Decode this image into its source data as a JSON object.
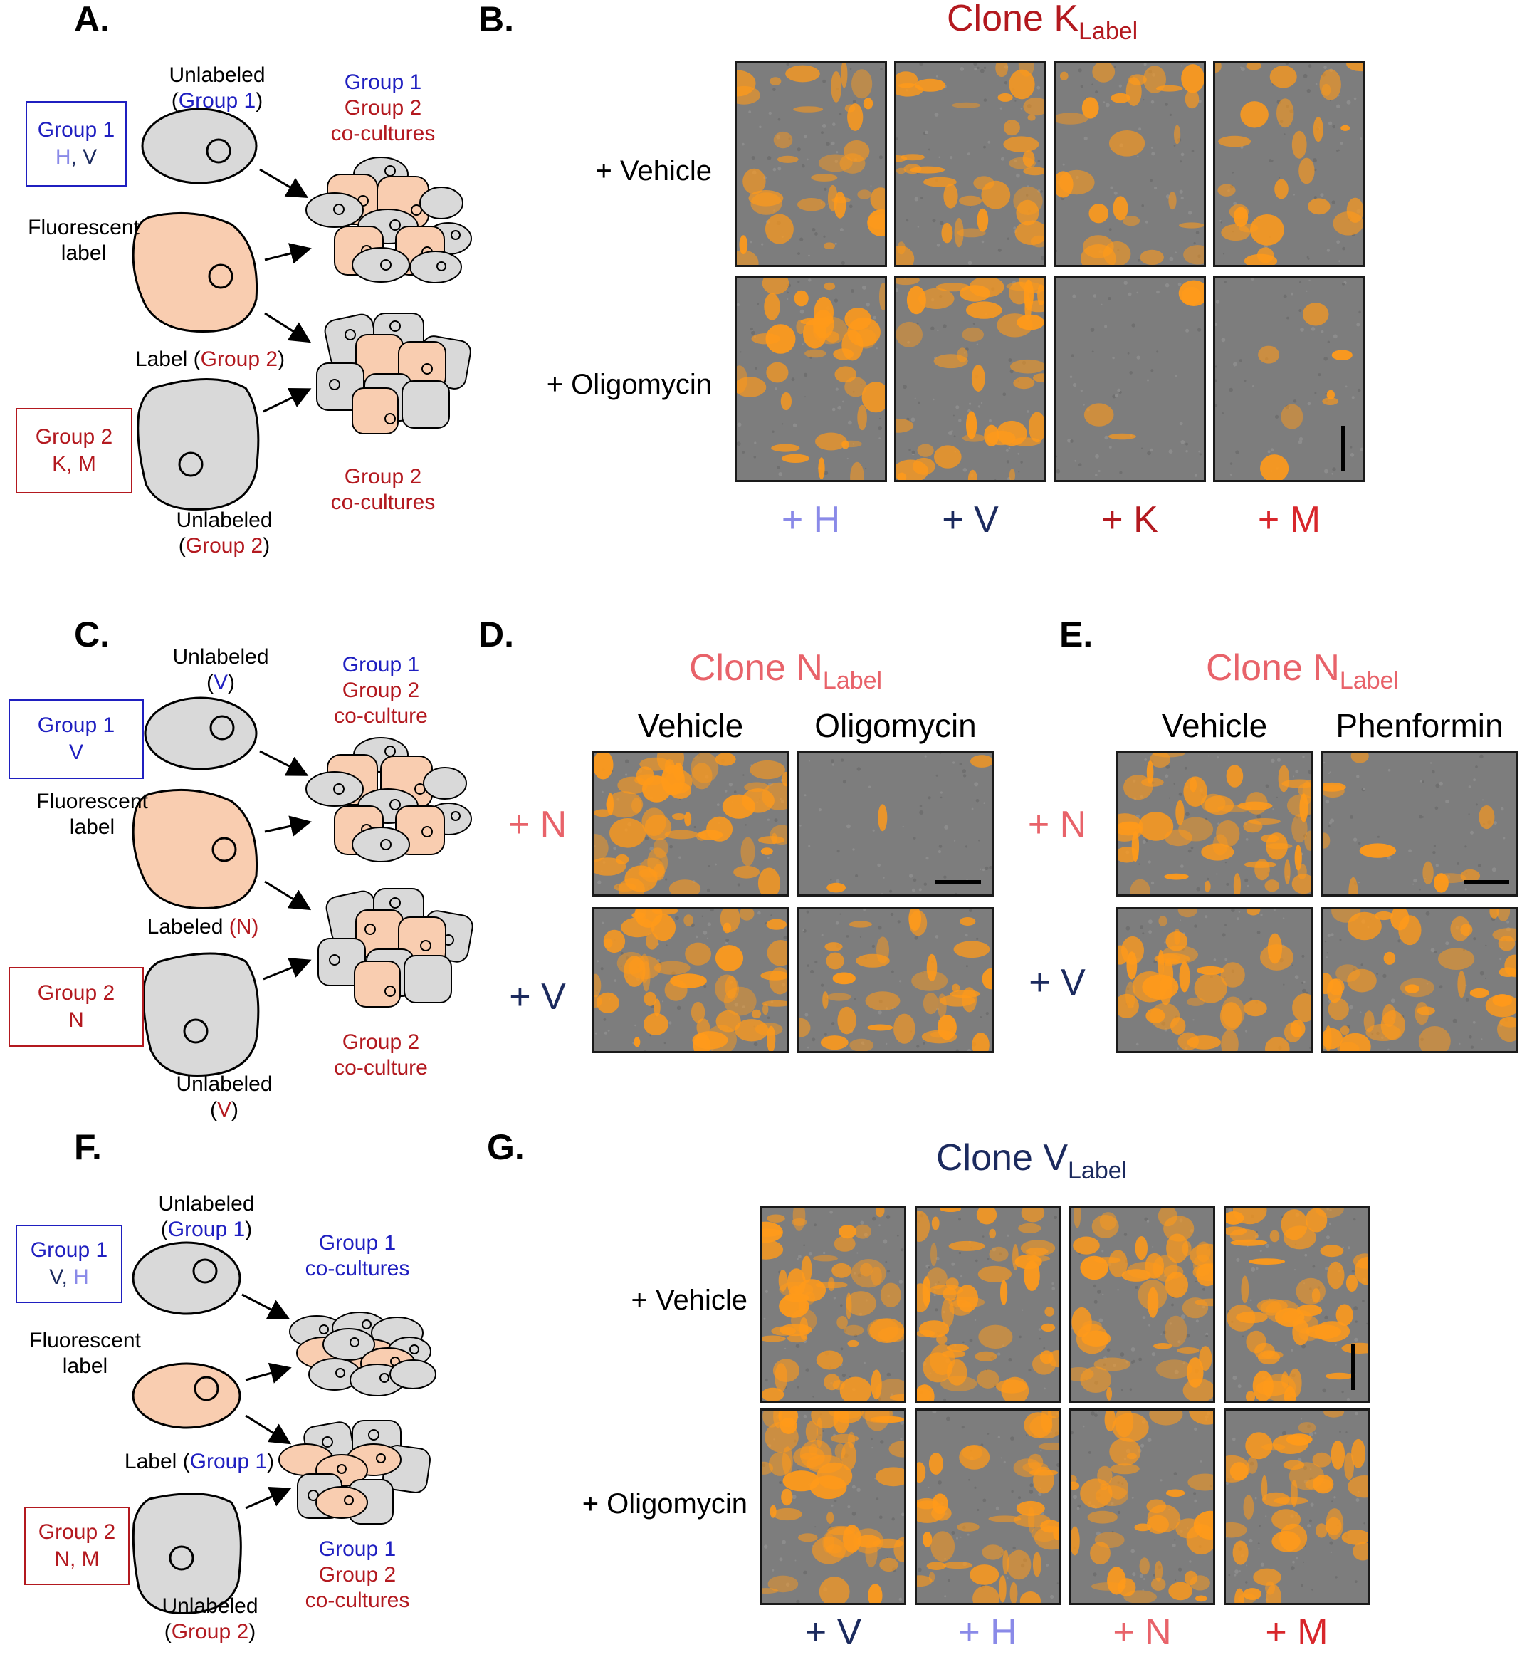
{
  "colors": {
    "blue": "#1f1fc0",
    "light_blue": "#8a8ae8",
    "navy": "#1b2a5e",
    "red": "#b3191f",
    "salmon": "#e8636a",
    "bright_red": "#d8262b",
    "cell_gray": "#d9d9d9",
    "cell_peach": "#f9cdb0",
    "micro_bg": "#7d7d7d",
    "micro_orange": "#ff9a1a"
  },
  "panel_labels": {
    "a": "A.",
    "b": "B.",
    "c": "C.",
    "d": "D.",
    "e": "E.",
    "f": "F.",
    "g": "G."
  },
  "schematics": {
    "a": {
      "box1": {
        "line1": "Group 1",
        "l2_a": "H",
        "l2_sep": ", ",
        "l2_b": "V"
      },
      "box2": {
        "line1": "Group 2",
        "line2": "K, M"
      },
      "unlab1": {
        "line1": "Unlabeled",
        "open": "(",
        "grp": "Group 1",
        "close": ")"
      },
      "fluor": {
        "line1": "Fluorescent",
        "line2": "label"
      },
      "label2": {
        "pre": "Label (",
        "grp": "Group 2",
        "close": ")"
      },
      "unlab2": {
        "line1": "Unlabeled",
        "open": "(",
        "grp": "Group 2",
        "close": ")"
      },
      "out1": {
        "line1": "Group 1",
        "line2": "Group 2",
        "line3": "co-cultures"
      },
      "out2": {
        "line1": "Group 2",
        "line2": "co-cultures"
      }
    },
    "c": {
      "box1": {
        "line1": "Group 1",
        "line2": "V"
      },
      "box2": {
        "line1": "Group 2",
        "line2": "N"
      },
      "unlab1": {
        "line1": "Unlabeled",
        "open": "(",
        "grp": "V",
        "close": ")"
      },
      "fluor": {
        "line1": "Fluorescent",
        "line2": "label"
      },
      "label2": {
        "pre": "Labeled ",
        "grp": "(N)"
      },
      "unlab2": {
        "line1": "Unlabeled",
        "open": "(",
        "grp": "V",
        "close": ")"
      },
      "out1": {
        "line1": "Group 1",
        "line2": "Group 2",
        "line3": "co-culture"
      },
      "out2": {
        "line1": "Group 2",
        "line2": "co-culture"
      }
    },
    "f": {
      "box1": {
        "line1": "Group 1",
        "l2_a": "V",
        "l2_sep": ", ",
        "l2_b": "H"
      },
      "box2": {
        "line1": "Group 2",
        "line2": "N, M"
      },
      "unlab1": {
        "line1": "Unlabeled",
        "open": "(",
        "grp": "Group 1",
        "close": ")"
      },
      "fluor": {
        "line1": "Fluorescent",
        "line2": "label"
      },
      "label2": {
        "pre": "Label (",
        "grp": "Group 1",
        "close": ")"
      },
      "unlab2": {
        "line1": "Unlabeled",
        "open": "(",
        "grp": "Group 2",
        "close": ")"
      },
      "out1": {
        "line1": "Group 1",
        "line2": "co-cultures"
      },
      "out2": {
        "line1": "Group 1",
        "line2": "Group 2",
        "line3": "co-cultures"
      }
    }
  },
  "panel_b": {
    "title": "Clone K",
    "title_sub": "Label",
    "rows": [
      "+ Vehicle",
      "+ Oligomycin"
    ],
    "columns": [
      "+ H",
      "+ V",
      "+ K",
      "+ M"
    ]
  },
  "panel_d": {
    "title": "Clone N",
    "title_sub": "Label",
    "columns": [
      "Vehicle",
      "Oligomycin"
    ],
    "rows": [
      "+ N",
      "+ V"
    ]
  },
  "panel_e": {
    "title": "Clone N",
    "title_sub": "Label",
    "columns": [
      "Vehicle",
      "Phenformin"
    ],
    "rows": [
      "+ N",
      "+ V"
    ]
  },
  "panel_g": {
    "title": "Clone V",
    "title_sub": "Label",
    "rows": [
      "+ Vehicle",
      "+ Oligomycin"
    ],
    "columns": [
      "+ V",
      "+ H",
      "+ N",
      "+ M"
    ]
  },
  "micrographs": {
    "b": [
      0.45,
      0.5,
      0.35,
      0.35,
      0.5,
      0.55,
      0.06,
      0.1
    ],
    "d": [
      0.75,
      0.04,
      0.7,
      0.45
    ],
    "e": [
      0.7,
      0.15,
      0.55,
      0.6
    ],
    "g": [
      0.75,
      0.7,
      0.6,
      0.65,
      0.75,
      0.6,
      0.55,
      0.55
    ]
  }
}
